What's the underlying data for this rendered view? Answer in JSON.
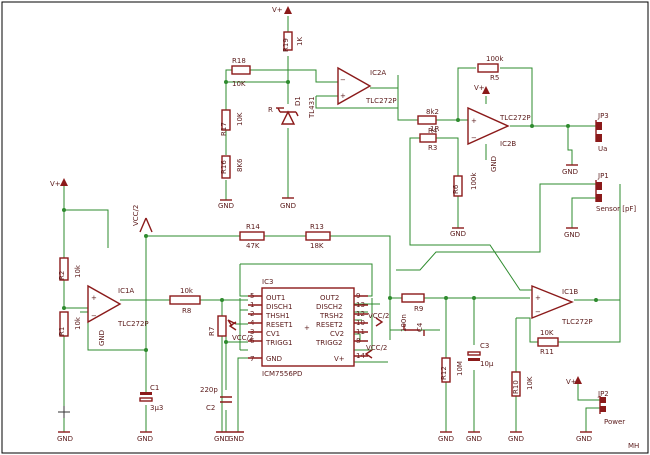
{
  "labels": {
    "vplus": "V+",
    "gnd": "GND",
    "vcc2": "VCC/2",
    "r19": "R19",
    "r19_val": "1K",
    "r18": "R18",
    "r18_val": "10K",
    "r17": "R17",
    "r17_val": "10K",
    "r16": "R16",
    "r16_val": "8K6",
    "d1": "D1",
    "d1_type": "TL431",
    "d1_r": "R",
    "ic2a": "IC2A",
    "ic2a_type": "TLC272P",
    "r5_val": "100k",
    "r5": "R5",
    "r4_val": "8k2",
    "r4": "R4",
    "r3_val": "1R",
    "r3": "R3",
    "r6": "R6",
    "r6_val": "100k",
    "ic2b": "IC2B",
    "ic2b_type": "TLC272P",
    "jp3": "JP3",
    "ua": "Ua",
    "jp1": "JP1",
    "sensor": "Sensor [pF]",
    "r14": "R14",
    "r14_val": "47K",
    "r13": "R13",
    "r13_val": "18K",
    "r2": "R2",
    "r2_val": "10k",
    "r1": "R1",
    "r1_val": "10k",
    "ic1a": "IC1A",
    "ic1a_type": "TLC272P",
    "r8_val": "10k",
    "r8": "R8",
    "ic3": "IC3",
    "ic3_type": "ICM7556PD",
    "out1": "OUT1",
    "disch1": "DISCH1",
    "thrsh1": "THSH1",
    "reset1": "RESET1",
    "cv1": "CV1",
    "trigg1": "TRIGG1",
    "gnd_pin": "GND",
    "out2": "OUT2",
    "disch2": "DISCH2",
    "thrsh2": "TRSH2",
    "reset2": "RESET2",
    "cv2": "CV2",
    "trigg2": "TRIGG2",
    "vplus_pin": "V+",
    "pin5": "5",
    "pin1": "1",
    "pin2": "2",
    "pin4": "4",
    "pin3": "3",
    "pin6": "6",
    "pin7": "7",
    "pin9": "9",
    "pin13": "13",
    "pin12": "12",
    "pin10": "10",
    "pin11": "11",
    "pin8": "8",
    "pin14": "14",
    "r7": "R7",
    "c2_val": "220p",
    "c2": "C2",
    "c1": "C1",
    "c1_val": "3µ3",
    "r9": "R9",
    "c4_val": "100n",
    "c4": "C4",
    "r12": "R12",
    "r12_val": "10M",
    "c3": "C3",
    "c3_val": "10µ",
    "ic1b": "IC1B",
    "ic1b_type": "TLC272P",
    "r11_val": "10K",
    "r11": "R11",
    "r10": "R10",
    "r10_val": "10K",
    "jp2": "JP2",
    "power": "Power",
    "author": "MH"
  },
  "colors": {
    "wire": "#2e8b2e",
    "part": "#8b1a1a",
    "text": "#5a1a1a",
    "frame": "#000000"
  }
}
